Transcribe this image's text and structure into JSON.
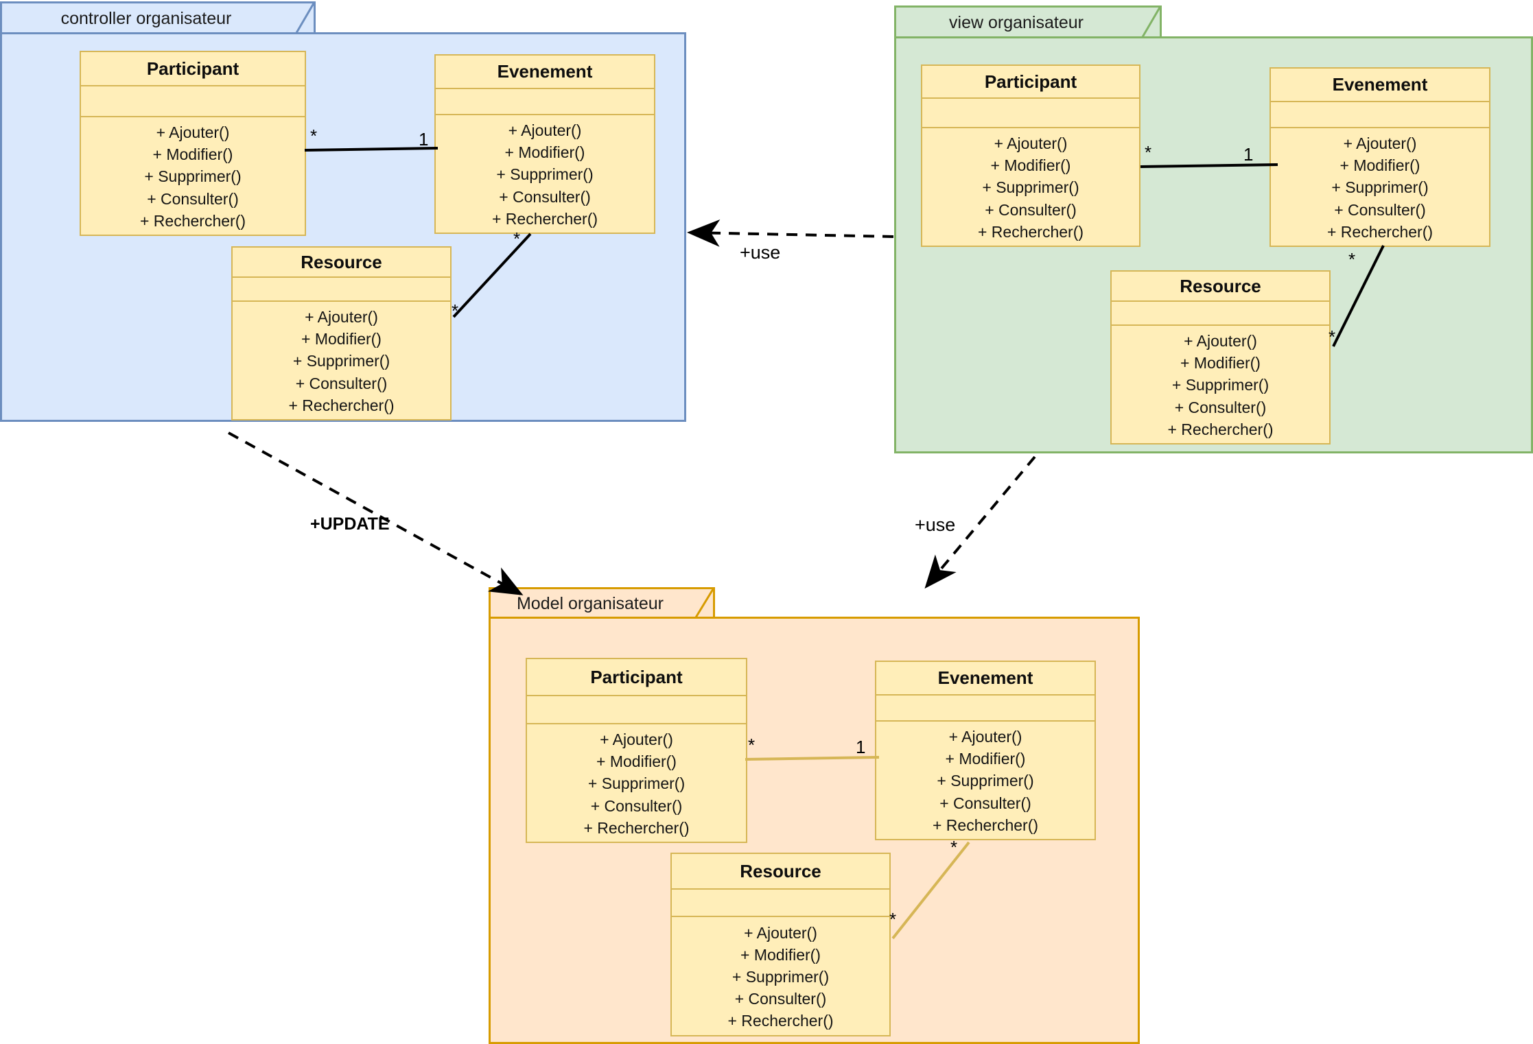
{
  "diagram": {
    "title": "MVC package diagram - organisateur",
    "type": "uml-class-package-diagram"
  },
  "class_template": {
    "operations": [
      "+ Ajouter()",
      "+ Modifier()",
      "+ Supprimer()",
      "+ Consulter()",
      "+ Rechercher()"
    ]
  },
  "packages": [
    {
      "id": "controller",
      "label": "controller organisateur",
      "fill": "#dae8fc",
      "stroke": "#6c8ebf",
      "classes": [
        {
          "id": "controller-participant",
          "name": "Participant",
          "attributes": [],
          "operations": [
            "+ Ajouter()",
            "+ Modifier()",
            "+ Supprimer()",
            "+ Consulter()",
            "+ Rechercher()"
          ]
        },
        {
          "id": "controller-evenement",
          "name": "Evenement",
          "attributes": [],
          "operations": [
            "+ Ajouter()",
            "+ Modifier()",
            "+ Supprimer()",
            "+ Consulter()",
            "+ Rechercher()"
          ]
        },
        {
          "id": "controller-resource",
          "name": "Resource",
          "attributes": [],
          "operations": [
            "+ Ajouter()",
            "+ Modifier()",
            "+ Supprimer()",
            "+ Consulter()",
            "+ Rechercher()"
          ]
        }
      ],
      "associations": [
        {
          "from": "Participant",
          "to": "Evenement",
          "from_multiplicity": "*",
          "to_multiplicity": "1",
          "color": "#000000"
        },
        {
          "from": "Resource",
          "to": "Evenement",
          "from_multiplicity": "*",
          "to_multiplicity": "*",
          "color": "#000000"
        }
      ]
    },
    {
      "id": "view",
      "label": "view organisateur",
      "fill": "#d5e8d4",
      "stroke": "#82b366",
      "classes": [
        {
          "id": "view-participant",
          "name": "Participant",
          "attributes": [],
          "operations": [
            "+ Ajouter()",
            "+ Modifier()",
            "+ Supprimer()",
            "+ Consulter()",
            "+ Rechercher()"
          ]
        },
        {
          "id": "view-evenement",
          "name": "Evenement",
          "attributes": [],
          "operations": [
            "+ Ajouter()",
            "+ Modifier()",
            "+ Supprimer()",
            "+ Consulter()",
            "+ Rechercher()"
          ]
        },
        {
          "id": "view-resource",
          "name": "Resource",
          "attributes": [],
          "operations": [
            "+ Ajouter()",
            "+ Modifier()",
            "+ Supprimer()",
            "+ Consulter()",
            "+ Rechercher()"
          ]
        }
      ],
      "associations": [
        {
          "from": "Participant",
          "to": "Evenement",
          "from_multiplicity": "*",
          "to_multiplicity": "1",
          "color": "#000000"
        },
        {
          "from": "Resource",
          "to": "Evenement",
          "from_multiplicity": "*",
          "to_multiplicity": "*",
          "color": "#000000"
        }
      ]
    },
    {
      "id": "model",
      "label": "Model organisateur",
      "fill": "#ffe6cc",
      "stroke": "#d79b00",
      "classes": [
        {
          "id": "model-participant",
          "name": "Participant",
          "attributes": [],
          "operations": [
            "+ Ajouter()",
            "+ Modifier()",
            "+ Supprimer()",
            "+ Consulter()",
            "+ Rechercher()"
          ]
        },
        {
          "id": "model-evenement",
          "name": "Evenement",
          "attributes": [],
          "operations": [
            "+ Ajouter()",
            "+ Modifier()",
            "+ Supprimer()",
            "+ Consulter()",
            "+ Rechercher()"
          ]
        },
        {
          "id": "model-resource",
          "name": "Resource",
          "attributes": [],
          "operations": [
            "+ Ajouter()",
            "+ Modifier()",
            "+ Supprimer()",
            "+ Consulter()",
            "+ Rechercher()"
          ]
        }
      ],
      "associations": [
        {
          "from": "Participant",
          "to": "Evenement",
          "from_multiplicity": "*",
          "to_multiplicity": "1",
          "color": "#d6b656"
        },
        {
          "from": "Resource",
          "to": "Evenement",
          "from_multiplicity": "*",
          "to_multiplicity": "*",
          "color": "#d6b656"
        }
      ]
    }
  ],
  "dependencies": [
    {
      "id": "view-to-controller",
      "label": "+use",
      "from": "view organisateur",
      "to": "controller organisateur",
      "style": "dashed-arrow",
      "bold": false
    },
    {
      "id": "controller-to-model",
      "label": "+UPDATE",
      "from": "controller organisateur",
      "to": "Model organisateur",
      "style": "dashed-arrow",
      "bold": true
    },
    {
      "id": "view-to-model",
      "label": "+use",
      "from": "view organisateur",
      "to": "Model organisateur",
      "style": "dashed-arrow",
      "bold": false
    }
  ],
  "multiplicities": {
    "controller": {
      "participant": "*",
      "evenement": "1",
      "resource_star": "*",
      "evenement_star": "*"
    },
    "view": {
      "participant": "*",
      "evenement": "1",
      "resource_star": "*",
      "evenement_star": "*"
    },
    "model": {
      "participant": "*",
      "evenement": "1",
      "resource_star": "*",
      "evenement_star": "*"
    }
  }
}
